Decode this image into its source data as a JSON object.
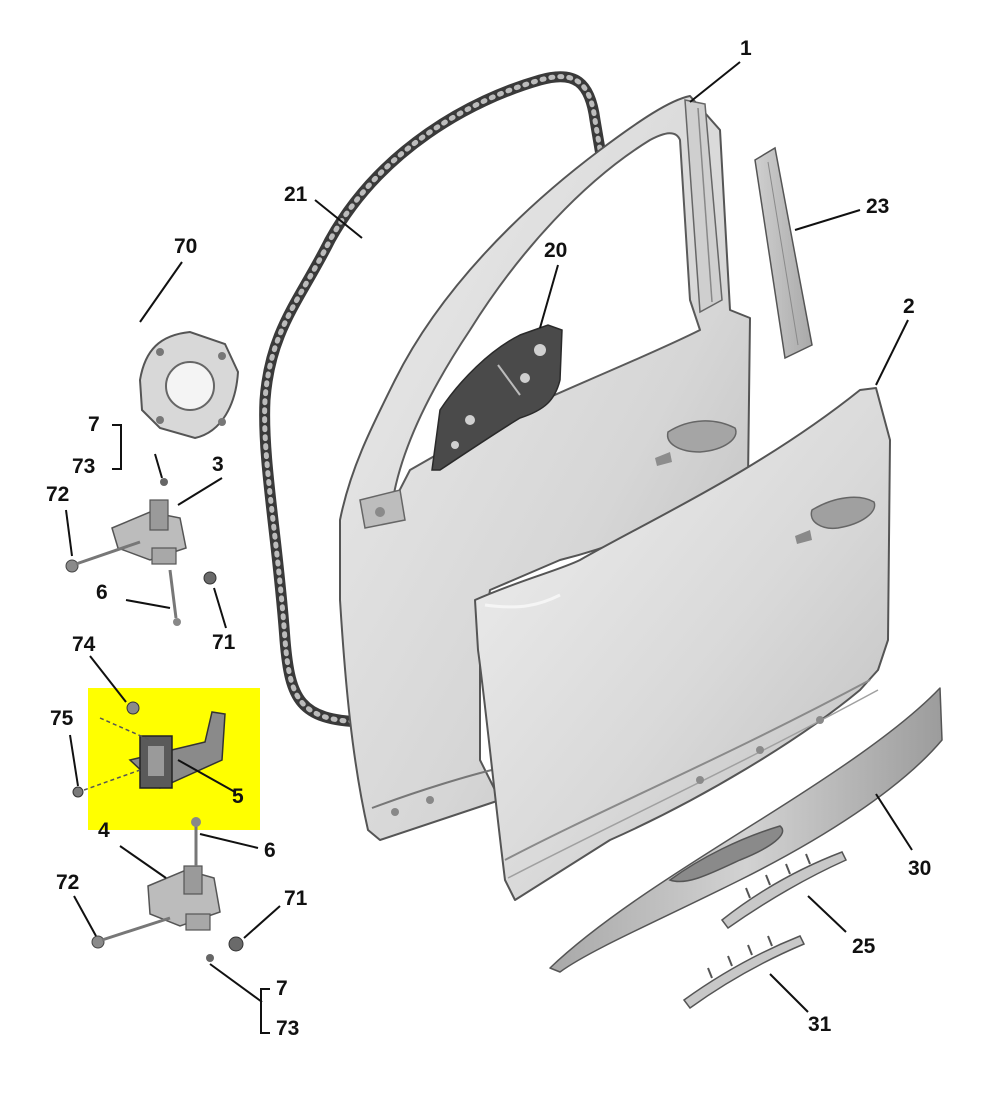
{
  "colors": {
    "highlight": "#ffff00",
    "panel_light": "#e4e4e4",
    "panel_mid": "#c9c9c9",
    "panel_dark": "#9a9a9a",
    "outline": "#555555",
    "label": "#111111"
  },
  "highlighted_part": "5",
  "callouts": {
    "c1": "1",
    "c2": "2",
    "c3": "3",
    "c4": "4",
    "c5": "5",
    "c6a": "6",
    "c6b": "6",
    "c7a": "7",
    "c7b": "7",
    "c20": "20",
    "c21": "21",
    "c23": "23",
    "c25": "25",
    "c30": "30",
    "c31": "31",
    "c70": "70",
    "c71a": "71",
    "c71b": "71",
    "c72a": "72",
    "c72b": "72",
    "c73a": "73",
    "c73b": "73",
    "c74": "74",
    "c75": "75"
  }
}
